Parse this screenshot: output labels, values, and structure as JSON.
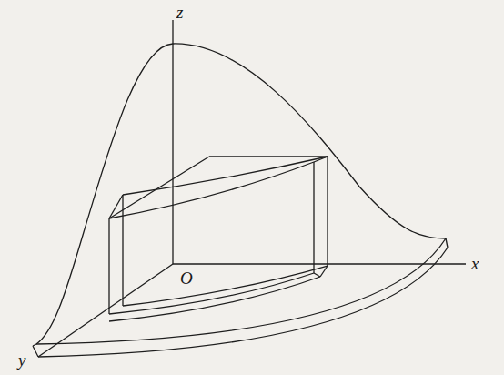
{
  "diagram": {
    "labels": [
      "z",
      "O",
      "x",
      "y"
    ]
  }
}
